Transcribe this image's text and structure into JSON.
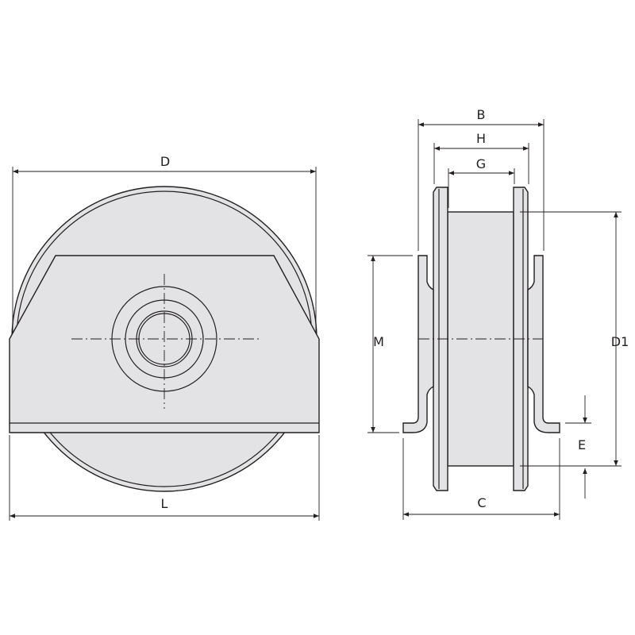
{
  "colors": {
    "fill": "#e3e3e5",
    "stroke": "#231f20"
  },
  "labels": {
    "D": "D",
    "L": "L",
    "B": "B",
    "H": "H",
    "G": "G",
    "M": "M",
    "D1": "D1",
    "E": "E",
    "C": "C"
  }
}
